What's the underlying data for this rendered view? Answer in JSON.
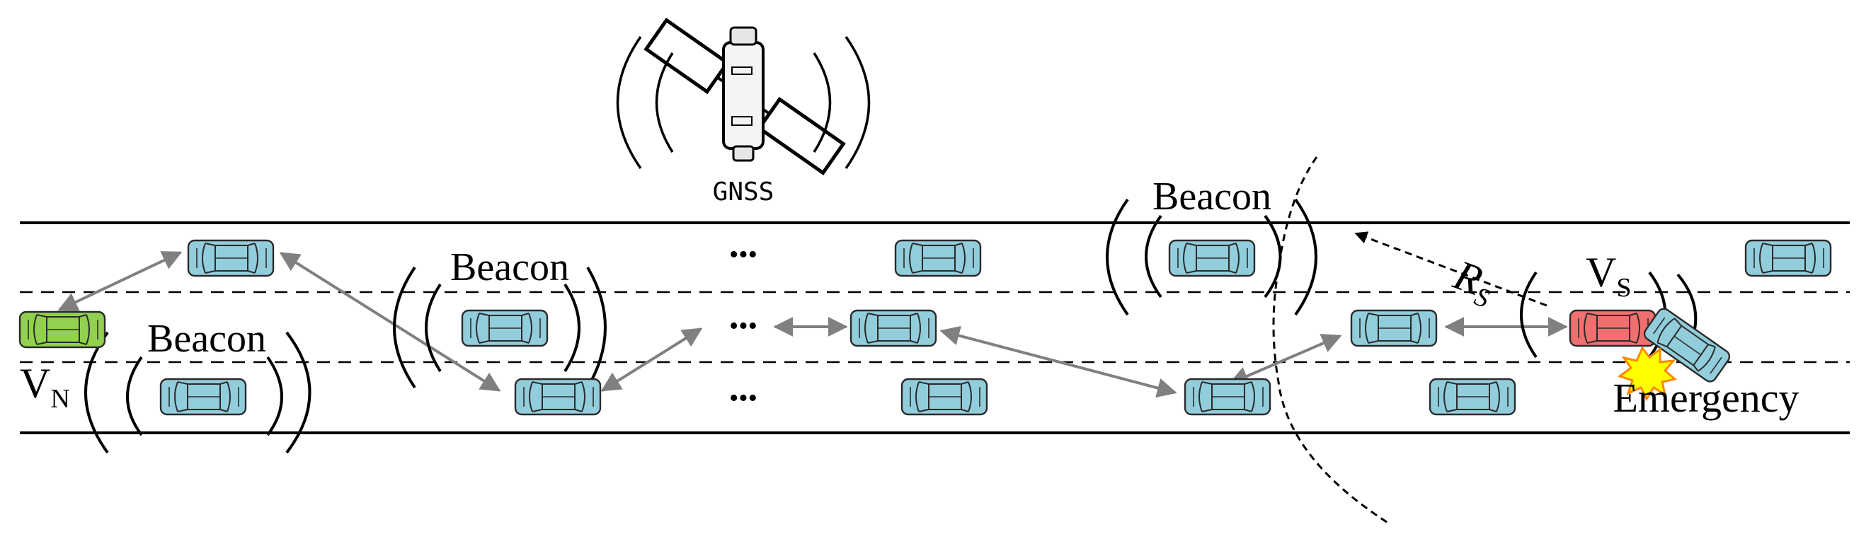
{
  "labels": {
    "gnss": "GNSS",
    "beacon": "Beacon",
    "emergency": "Emergency",
    "range": "R",
    "range_sub": "S",
    "vn": "V",
    "vn_sub": "N",
    "vs": "V",
    "vs_sub": "S",
    "ellipsis": "•••"
  },
  "colors": {
    "car_normal": "#92cddc",
    "car_source": "#f07070",
    "car_start": "#92d050",
    "arrow": "#808080",
    "road": "#000000",
    "flash": "#ffff00"
  },
  "icons": {
    "satellite": "satellite-icon",
    "car": "car-icon",
    "crash": "crash-flash-icon"
  }
}
